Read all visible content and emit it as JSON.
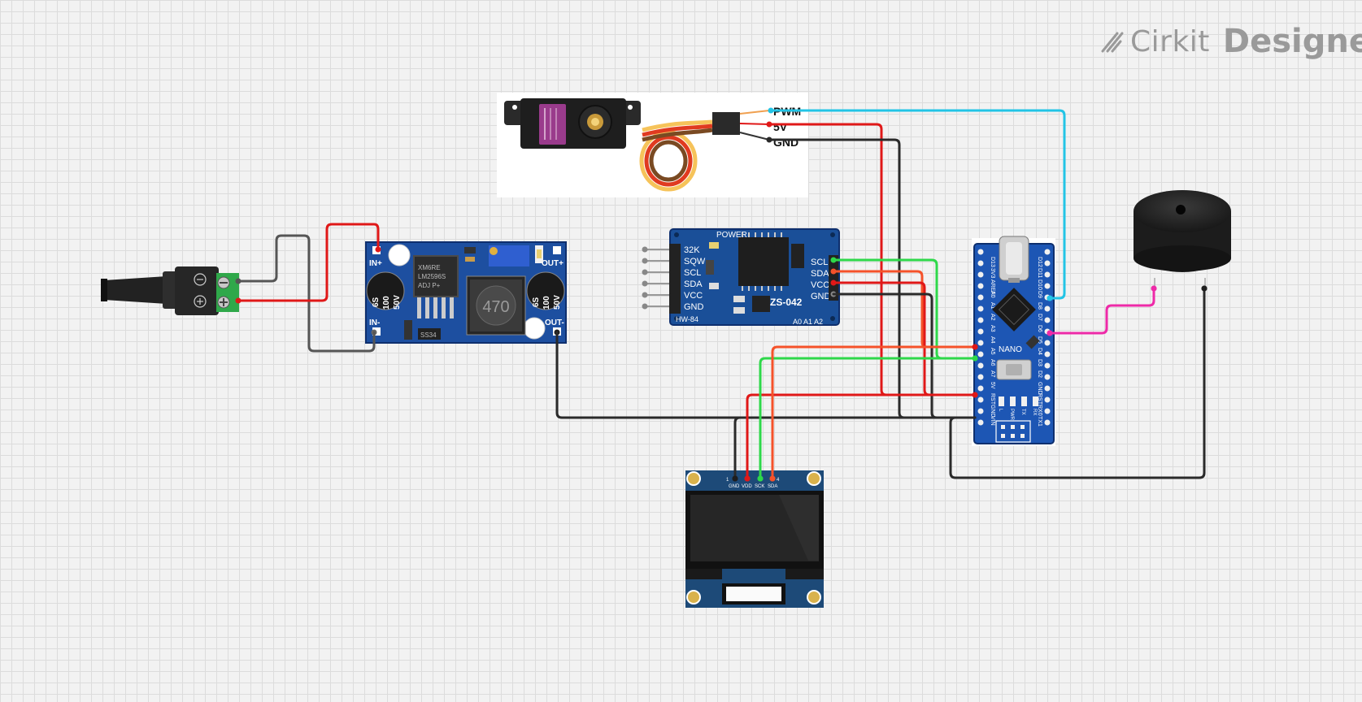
{
  "brand": {
    "name_a": "Cirkit",
    "name_b": "Designer",
    "icon": "cirkit-logo-icon"
  },
  "colors": {
    "red": "#e01818",
    "black": "#1e1e1e",
    "cyan": "#22c4e6",
    "green": "#2ed84a",
    "orange": "#f5522a",
    "magenta": "#ee2aa8",
    "pcb_blue": "#1d4fa0",
    "servo_pink": "#9a3b8c"
  },
  "components": {
    "servo": {
      "pins": [
        "PWM",
        "5V",
        "GND"
      ]
    },
    "buck": {
      "pins": {
        "in_plus": "IN+",
        "in_minus": "IN-",
        "out_plus": "OUT+",
        "out_minus": "OUT-"
      },
      "cap_label": [
        "6S",
        "100",
        "50V"
      ],
      "chip_label": [
        "XM6RE",
        "LM2596S",
        "ADJ P+"
      ],
      "inductor": "470",
      "diode": "SS34"
    },
    "rtc": {
      "left_pins": [
        "32K",
        "SQW",
        "SCL",
        "SDA",
        "VCC",
        "GND"
      ],
      "right_pins": [
        "SCL",
        "SDA",
        "VCC",
        "GND"
      ],
      "power": "POWER",
      "model": "ZS-042",
      "board": "HW-84",
      "addr": "A0 A1 A2"
    },
    "nano": {
      "label": "NANO",
      "left_pins": [
        "D13",
        "3V3",
        "AREF",
        "A0",
        "A1",
        "A2",
        "A3",
        "A4",
        "A5",
        "A6",
        "A7",
        "5V",
        "RST",
        "GND",
        "VIN"
      ],
      "right_pins": [
        "D12",
        "D11",
        "D10",
        "D9",
        "D8",
        "D7",
        "D6",
        "D5",
        "D4",
        "D3",
        "D2",
        "GND",
        "RST",
        "RX0",
        "TX1"
      ],
      "leds": [
        "L",
        "PWR",
        "TX",
        "RX"
      ]
    },
    "oled": {
      "pins": [
        "GND",
        "VDD",
        "SCK",
        "SDA"
      ],
      "pin_first": "1",
      "pin_last": "4"
    }
  }
}
